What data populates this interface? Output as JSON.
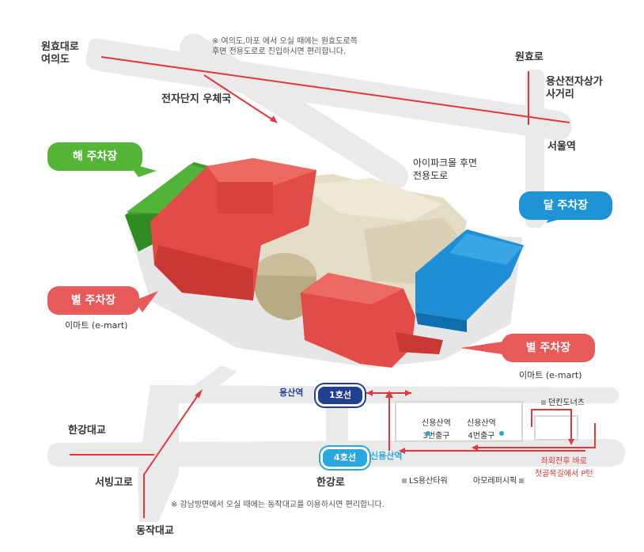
{
  "notes": {
    "top": "※ 여의도,마포 에서 오실 때에는 원효도로쪽\n후면 전용도로로 진입하시면 편리합니다.",
    "bottom": "※ 강남방면에서 오실 때에는 동작대교를 이용하시면 편리합니다."
  },
  "roads": {
    "wonhyo_yeouido": "원효대로\n여의도",
    "wonhyoro": "원효로",
    "yongsan_junction": "용산전자상가\n사거리",
    "post_office": "전자단지 우체국",
    "ipark_road": "아이파크몰 후면\n전용도로",
    "seoul_station": "서울역",
    "hangang_bridge": "한강대교",
    "seobinggo": "서빙고로",
    "hangangro": "한강로",
    "dongjak": "동작대교"
  },
  "parking": {
    "sun": {
      "label": "해 주차장",
      "color": "#4cae2f"
    },
    "moon": {
      "label": "달 주차장",
      "color": "#1e93d6"
    },
    "star_left": {
      "label": "별 주차장",
      "color": "#e84a4a"
    },
    "star_right": {
      "label": "별 주차장",
      "color": "#e84a4a"
    }
  },
  "emart": {
    "left": "이마트 (e-mart)",
    "right": "이마트 (e-mart)"
  },
  "stations": {
    "yongsan": {
      "name": "용산역",
      "line": "1호선",
      "color": "#213f93"
    },
    "sinyongsan": {
      "name": "신용산역",
      "line": "4호선",
      "color": "#2aa7df"
    }
  },
  "exits": {
    "exit3": "신용산역\n3번출구",
    "exit4": "신용산역\n4번출구"
  },
  "landmarks": {
    "dunkin": "던킨도너츠",
    "ls_tower": "LS용산타워",
    "amore": "아모레퍼시픽"
  },
  "uturn_note": "좌회전후 바로\n첫골목길에서 P턴"
}
